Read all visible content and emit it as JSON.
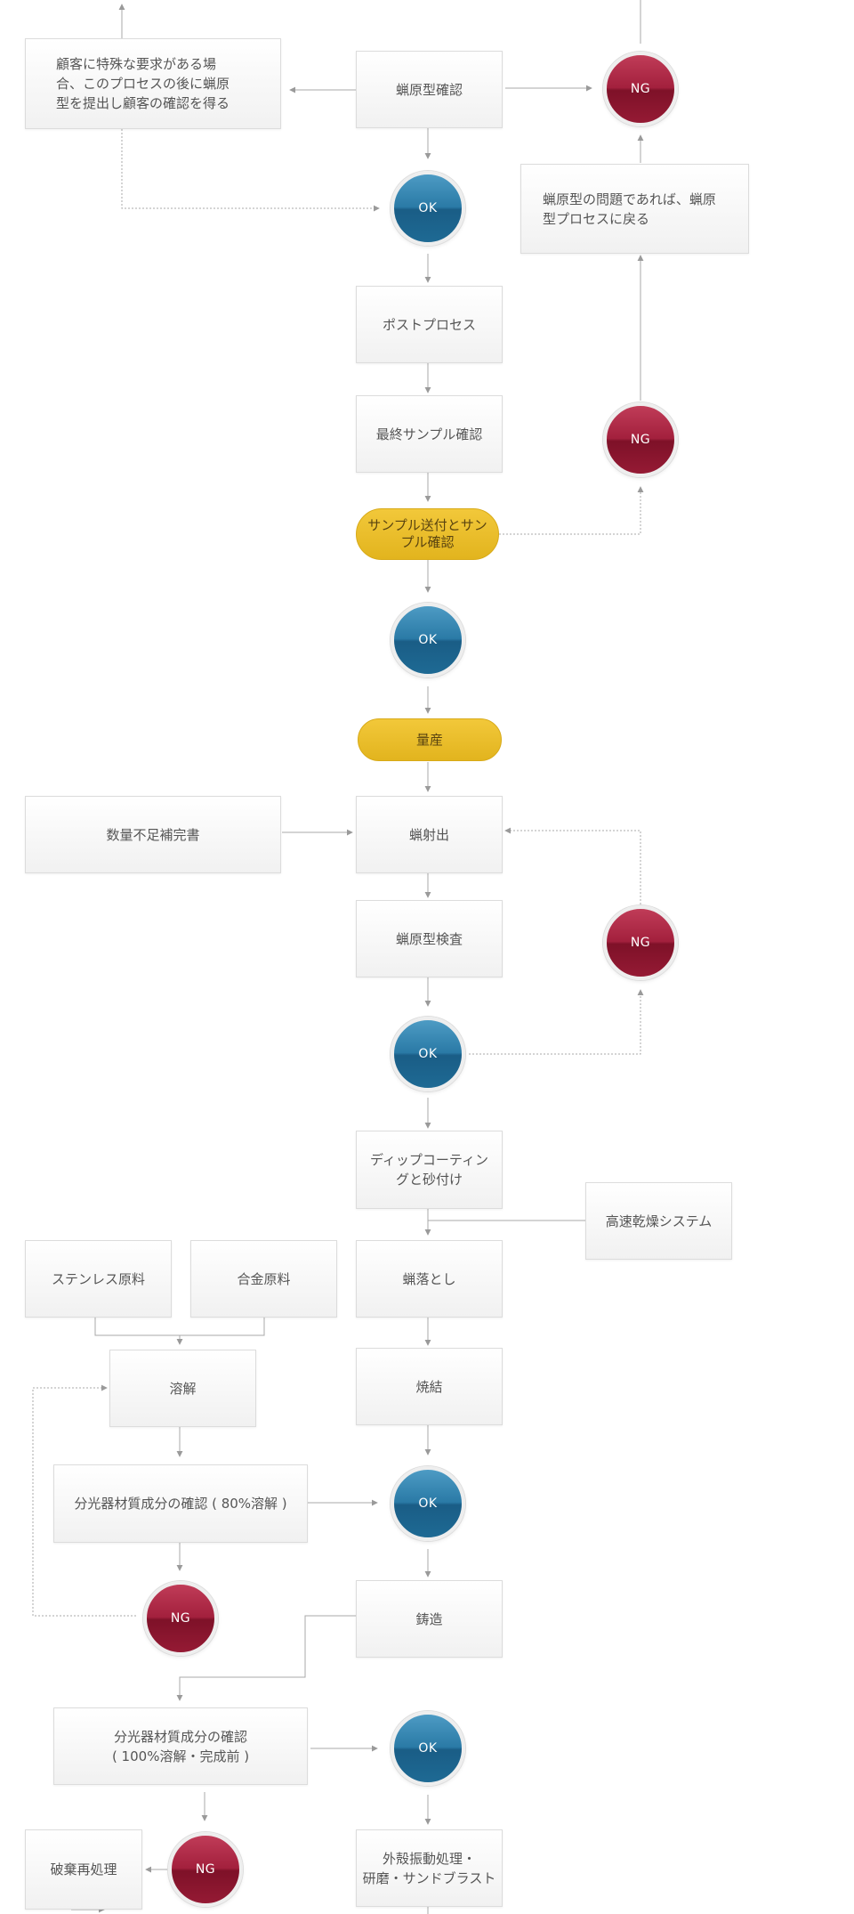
{
  "colors": {
    "ok": "#2a7aa6",
    "ng": "#a3203d",
    "highlight": "#e8bd2a",
    "line": "#9a9a9a"
  },
  "nodes": {
    "mold_check": "蝋原型確認",
    "customer_request": "顧客に特殊な要求がある場\n合、このプロセスの後に蝋原\n型を提出し顧客の確認を得る",
    "mold_problem_return": "蝋原型の問題であれば、蝋原\n型プロセスに戻る",
    "post_process": "ポストプロセス",
    "final_sample_check": "最終サンプル確認",
    "sample_send": "サンプル送付とサン\nプル確認",
    "mass_production": "量産",
    "wax_injection": "蝋射出",
    "shortage_supplement": "数量不足補完書",
    "wax_mold_inspection": "蝋原型検査",
    "dip_coating": "ディップコーティン\nグと砂付け",
    "fast_drying": "高速乾燥システム",
    "stainless_material": "ステンレス原料",
    "alloy_material": "合金原料",
    "dewax": "蝋落とし",
    "melting": "溶解",
    "sintering": "焼結",
    "spectro_80": "分光器材質成分の確認 ( 80%溶解 )",
    "casting": "鋳造",
    "spectro_100": "分光器材質成分の確認\n( 100%溶解・完成前 )",
    "scrap_reprocess": "破棄再処理",
    "shell_vibration": "外殻振動処理・\n研磨・サンドブラスト"
  },
  "results": {
    "ok": "OK",
    "ng": "NG"
  }
}
